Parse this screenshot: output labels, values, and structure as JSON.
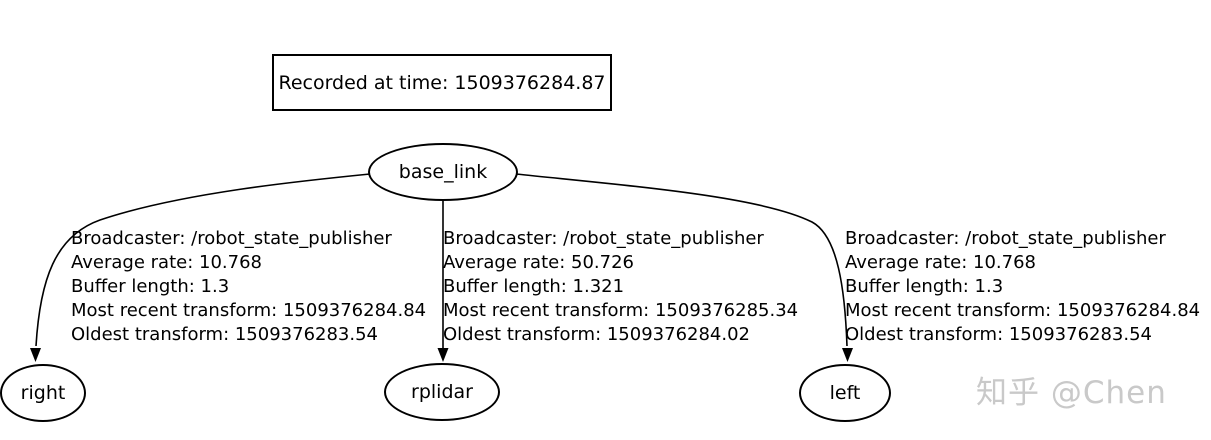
{
  "title_box": {
    "text": "Recorded at time: 1509376284.87"
  },
  "nodes": {
    "root": {
      "label": "base_link"
    },
    "children": [
      {
        "label": "right"
      },
      {
        "label": "rplidar"
      },
      {
        "label": "left"
      }
    ]
  },
  "edges": [
    {
      "from": "base_link",
      "to": "right",
      "lines": [
        "Broadcaster: /robot_state_publisher",
        "Average rate: 10.768",
        "Buffer length: 1.3",
        "Most recent transform: 1509376284.84",
        "Oldest transform: 1509376283.54"
      ]
    },
    {
      "from": "base_link",
      "to": "rplidar",
      "lines": [
        "Broadcaster: /robot_state_publisher",
        "Average rate: 50.726",
        "Buffer length: 1.321",
        "Most recent transform: 1509376285.34",
        "Oldest transform: 1509376284.02"
      ]
    },
    {
      "from": "base_link",
      "to": "left",
      "lines": [
        "Broadcaster: /robot_state_publisher",
        "Average rate: 10.768",
        "Buffer length: 1.3",
        "Most recent transform: 1509376284.84",
        "Oldest transform: 1509376283.54"
      ]
    }
  ],
  "watermark": {
    "text": "知乎 @Chen"
  },
  "colors": {
    "background": "#ffffff",
    "stroke": "#000000",
    "watermark": "#c9c9c9"
  }
}
